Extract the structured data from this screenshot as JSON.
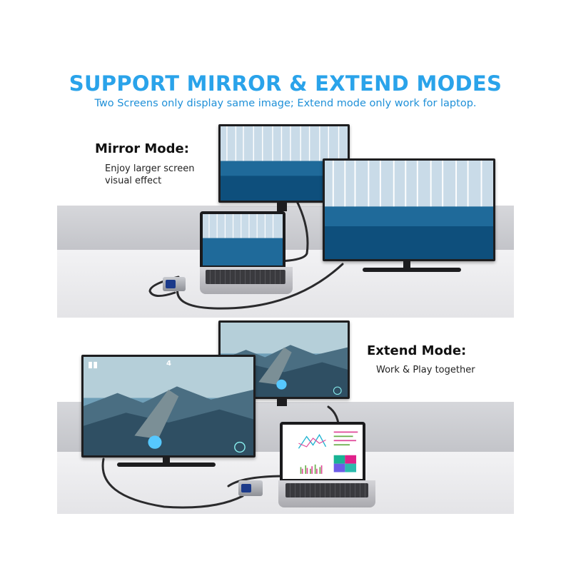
{
  "headline": "SUPPORT MIRROR & EXTEND MODES",
  "subheadline": "Two Screens only display same image; Extend mode only work for laptop.",
  "mirror": {
    "title": "Mirror Mode:",
    "desc_line1": "Enjoy larger screen",
    "desc_line2": "visual effect"
  },
  "extend": {
    "title": "Extend Mode:",
    "desc": "Work & Play together"
  },
  "game_hud": {
    "score": "4"
  },
  "colors": {
    "headline": "#2aa3ea",
    "subheadline": "#1f90d8",
    "shelf": "#ececef",
    "scene_bg": "#d9dade"
  }
}
